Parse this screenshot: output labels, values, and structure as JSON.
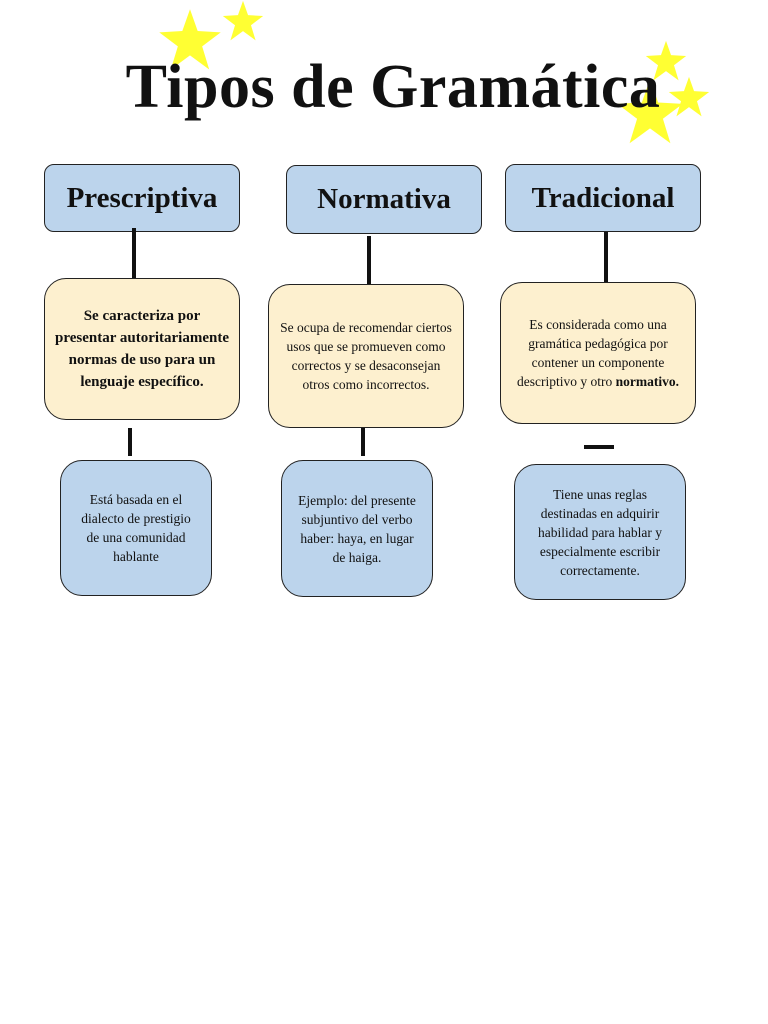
{
  "title": "Tipos de Gramática",
  "colors": {
    "header_fill": "#bcd4ec",
    "mid_fill": "#fdf0cf",
    "bottom_fill": "#bcd4ec",
    "star_fill": "#ffff33"
  },
  "columns": [
    {
      "heading": "Prescriptiva",
      "description": "Se caracteriza por presentar autoritariamente normas de uso para un lenguaje específico.",
      "detail": "Está basada en el dialecto de prestigio de una comunidad hablante"
    },
    {
      "heading": "Normativa",
      "description": "Se ocupa de recomendar ciertos usos que se promueven como correctos y se desaconsejan otros como incorrectos.",
      "detail": "Ejemplo: del presente subjuntivo del verbo haber: haya, en lugar de haiga."
    },
    {
      "heading": "Tradicional",
      "description_text": "Es considerada como una gramática pedagógica por contener un componente descriptivo y otro",
      "description_bold": "normativo.",
      "detail": "Tiene unas reglas destinadas en adquirir habilidad para hablar y especialmente escribir correctamente."
    }
  ]
}
